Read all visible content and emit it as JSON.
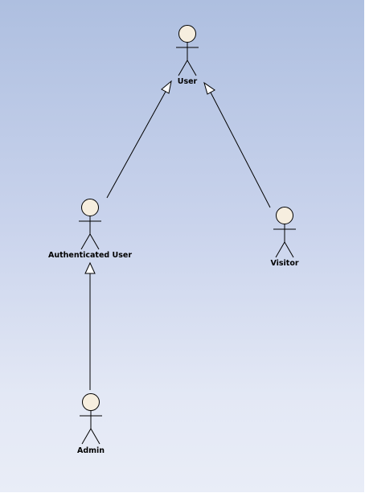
{
  "diagram": {
    "type": "UML use case diagram (actor generalization)",
    "actors": [
      {
        "id": "user",
        "label": "User"
      },
      {
        "id": "authenticated_user",
        "label": "Authenticated User"
      },
      {
        "id": "visitor",
        "label": "Visitor"
      },
      {
        "id": "admin",
        "label": "Admin"
      }
    ],
    "generalizations": [
      {
        "from": "authenticated_user",
        "to": "user"
      },
      {
        "from": "visitor",
        "to": "user"
      },
      {
        "from": "admin",
        "to": "authenticated_user"
      }
    ]
  },
  "colors": {
    "background_top": "#aebfe0",
    "background_bottom": "#e9edf7",
    "actor_head_fill": "#f6eedf",
    "stroke": "#000000",
    "arrowhead_fill": "#ffffff"
  }
}
